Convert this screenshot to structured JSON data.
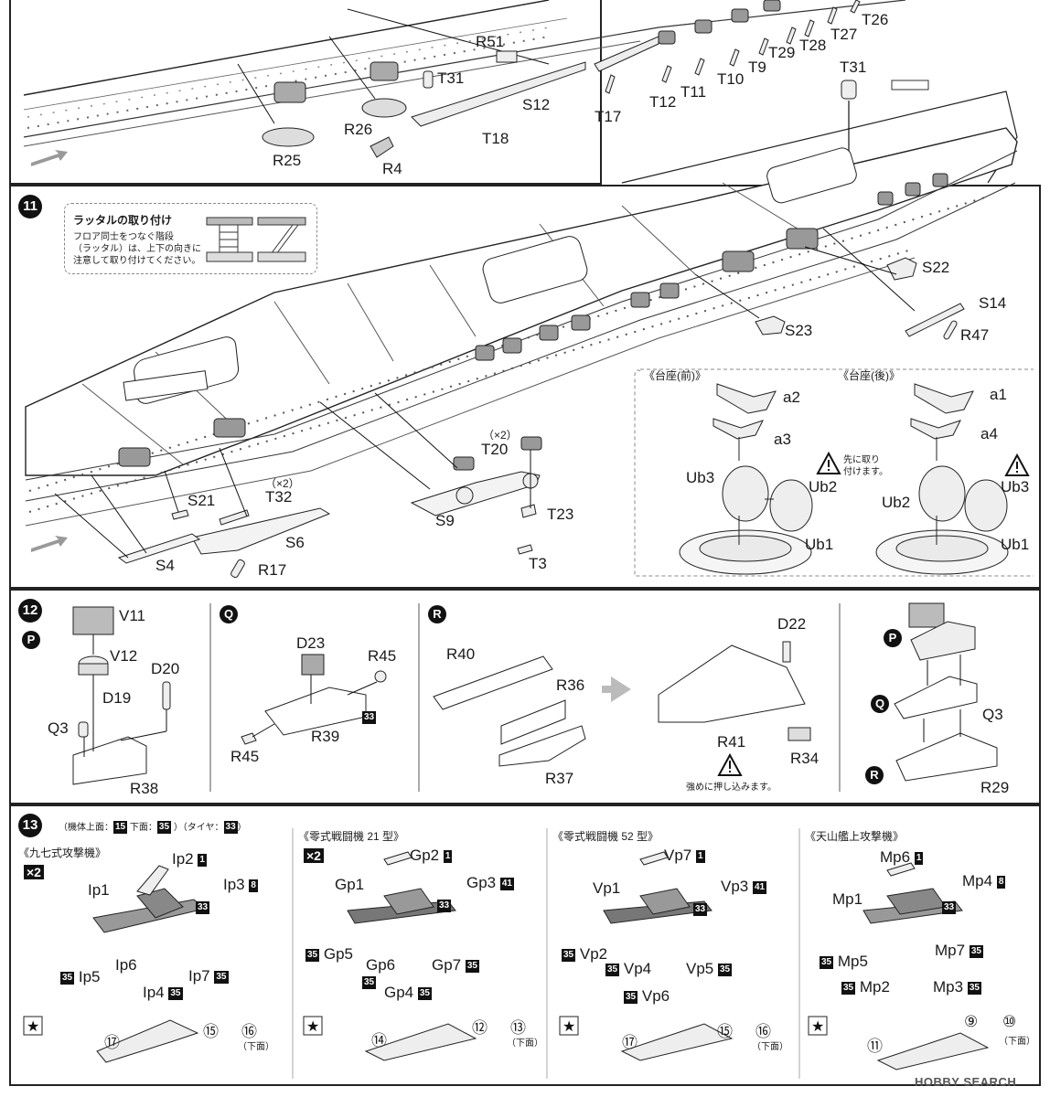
{
  "step10": {
    "labels": [
      "R25",
      "R4",
      "R26",
      "T31",
      "R51",
      "S12",
      "T18",
      "T17",
      "T12",
      "T11",
      "T10",
      "T9",
      "T29",
      "T28",
      "T27",
      "T26",
      "T31"
    ]
  },
  "step11": {
    "number": "11",
    "note": {
      "title": "ラッタルの取り付け",
      "line1": "フロア同士をつなぐ階段",
      "line2": "（ラッタル）は、上下の向きに",
      "line3": "注意して取り付けてください。"
    },
    "labels": {
      "s22": "S22",
      "s14": "S14",
      "r47": "R47",
      "s23": "S23",
      "s21": "S21",
      "t32": "T32",
      "x2a": "（×2）",
      "s6": "S6",
      "s4": "S4",
      "r17": "R17",
      "t20": "T20",
      "x2b": "（×2）",
      "s9": "S9",
      "t23": "T23",
      "t3": "T3"
    },
    "stand": {
      "front_title": "《台座(前)》",
      "rear_title": "《台座(後)》",
      "a2": "a2",
      "a3": "a3",
      "ub3": "Ub3",
      "ub2": "Ub2",
      "ub1": "Ub1",
      "a1": "a1",
      "a4": "a4",
      "ub2r": "Ub2",
      "ub3r": "Ub3",
      "ub1r": "Ub1",
      "caution": "先に取り付けます。",
      "caution1": "先に取り",
      "caution2": "付けます。"
    }
  },
  "step12": {
    "number": "12",
    "p": {
      "mark": "P",
      "v11": "V11",
      "v12": "V12",
      "d20": "D20",
      "d19": "D19",
      "q3": "Q3",
      "r38": "R38"
    },
    "q": {
      "mark": "Q",
      "d23": "D23",
      "r45a": "R45",
      "r39": "R39",
      "r45b": "R45",
      "c33": "33"
    },
    "r": {
      "mark": "R",
      "r40": "R40",
      "r36": "R36",
      "r37": "R37",
      "d22": "D22",
      "r41": "R41",
      "r34": "R34",
      "note": "強めに押し込みます。"
    },
    "final": {
      "p": "P",
      "q": "Q",
      "r": "R",
      "q3": "Q3",
      "r29": "R29"
    }
  },
  "step13": {
    "number": "13",
    "legend": {
      "a": "（機体上面：",
      "c1": "15",
      "b": "下面：",
      "c2": "35",
      "c": "）（タイヤ：",
      "c3": "33",
      "d": "）"
    },
    "aircraft": [
      {
        "title": "《九七式攻撃機》",
        "x2": "×2",
        "p1": "Ip1",
        "p2": "Ip2",
        "c2": "1",
        "p3": "Ip3",
        "c3": "8",
        "c33": "33",
        "p6": "Ip6",
        "p5": "Ip5",
        "c5": "35",
        "p7": "Ip7",
        "c7": "35",
        "p4": "Ip4",
        "c4": "35",
        "d_big": "⑰",
        "d_a": "⑮",
        "d_b": "⑯",
        "under": "（下面）"
      },
      {
        "title": "《零式戦闘機 21 型》",
        "x2": "×2",
        "p1": "Gp1",
        "p2": "Gp2",
        "c2": "1",
        "p3": "Gp3",
        "c3": "41",
        "c33": "33",
        "p5": "Gp5",
        "c5": "35",
        "p6": "Gp6",
        "c6": "35",
        "p7": "Gp7",
        "c7": "35",
        "p4": "Gp4",
        "c4": "35",
        "d_big": "⑭",
        "d_a": "⑫",
        "d_b": "⑬",
        "under": "（下面）"
      },
      {
        "title": "《零式戦闘機 52 型》",
        "p1": "Vp1",
        "p7": "Vp7",
        "c7": "1",
        "p3": "Vp3",
        "c3": "41",
        "c33": "33",
        "p2": "Vp2",
        "c2": "35",
        "p4": "Vp4",
        "c4": "35",
        "p5": "Vp5",
        "c5": "35",
        "p6": "Vp6",
        "c6": "35",
        "d_big": "⑰",
        "d_a": "⑮",
        "d_b": "⑯",
        "under": "（下面）"
      },
      {
        "title": "《天山艦上攻撃機》",
        "p1": "Mp1",
        "p6": "Mp6",
        "c6": "1",
        "p4": "Mp4",
        "c4": "8",
        "c33": "33",
        "p5": "Mp5",
        "c5": "35",
        "p7": "Mp7",
        "c7": "35",
        "p2": "Mp2",
        "c2": "35",
        "p3": "Mp3",
        "c3": "35",
        "d_big": "⑪",
        "d_a": "⑨",
        "d_b": "⑩",
        "under": "（下面）"
      }
    ]
  },
  "watermark": "HOBBY SEARCH"
}
